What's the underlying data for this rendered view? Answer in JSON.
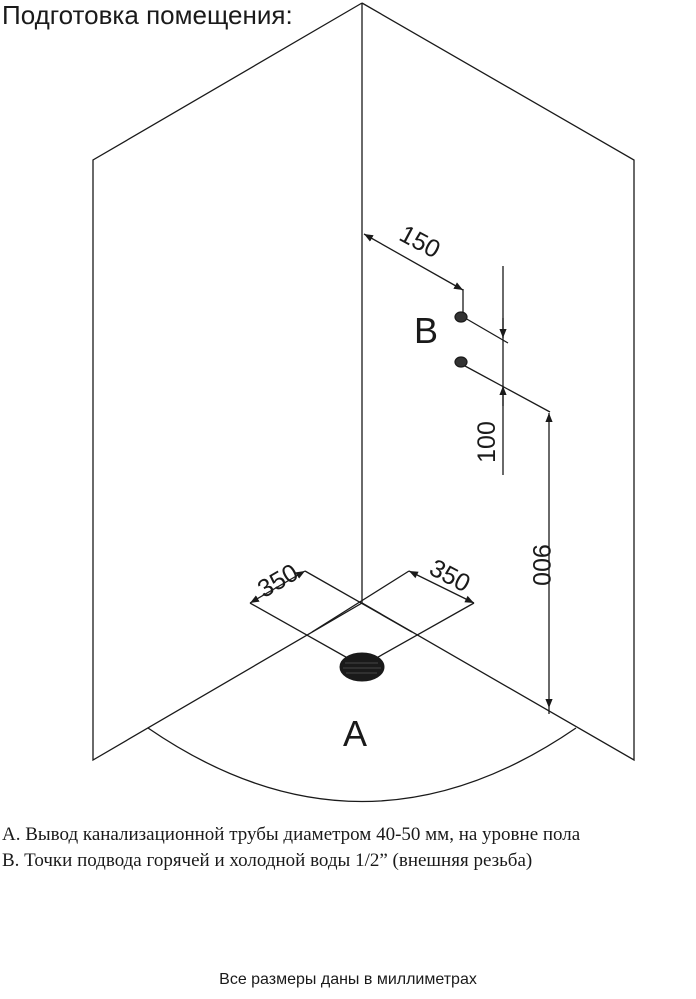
{
  "title": "Подготовка помещения:",
  "labels": {
    "a": "А",
    "b": "В"
  },
  "dimensions": {
    "d150": "150",
    "d100": "100",
    "d900": "900",
    "d350_left": "350",
    "d350_right": "350"
  },
  "captions": [
    "А. Вывод  канализационной трубы диаметром 40-50 мм, на уровне пола",
    "В. Точки подвода горячей и холодной воды 1/2” (внешняя резьба)"
  ],
  "footer": "Все размеры даны в миллиметрах"
}
